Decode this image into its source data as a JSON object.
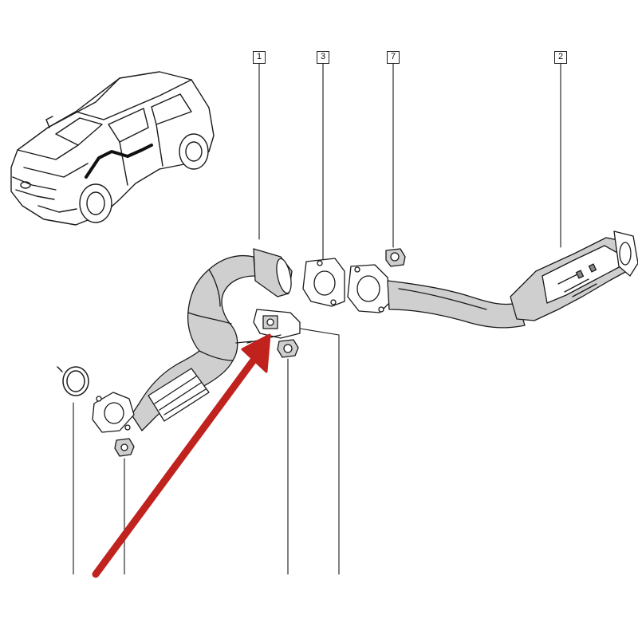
{
  "callouts": [
    {
      "id": "c1",
      "label": "1"
    },
    {
      "id": "c3",
      "label": "3"
    },
    {
      "id": "c7",
      "label": "7"
    },
    {
      "id": "c2",
      "label": "2"
    }
  ],
  "colors": {
    "background": "#ffffff",
    "line": "#1a1a1a",
    "arrow": "#c0221d",
    "part_shading": "#cfcfcf"
  }
}
